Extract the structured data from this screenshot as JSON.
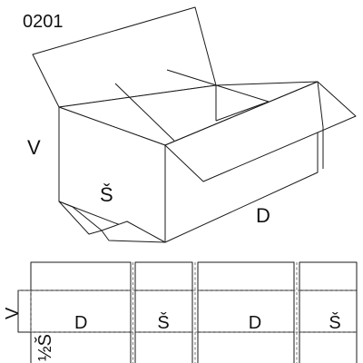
{
  "code": "0201",
  "box_labels": {
    "height": "V",
    "width": "Š",
    "length": "D"
  },
  "blank_labels": {
    "height": "V",
    "half_width": "½Š",
    "panels": [
      "D",
      "Š",
      "D",
      "Š"
    ]
  },
  "colors": {
    "line": "#1a1a1a",
    "crease": "#555555",
    "background": "#ffffff"
  }
}
